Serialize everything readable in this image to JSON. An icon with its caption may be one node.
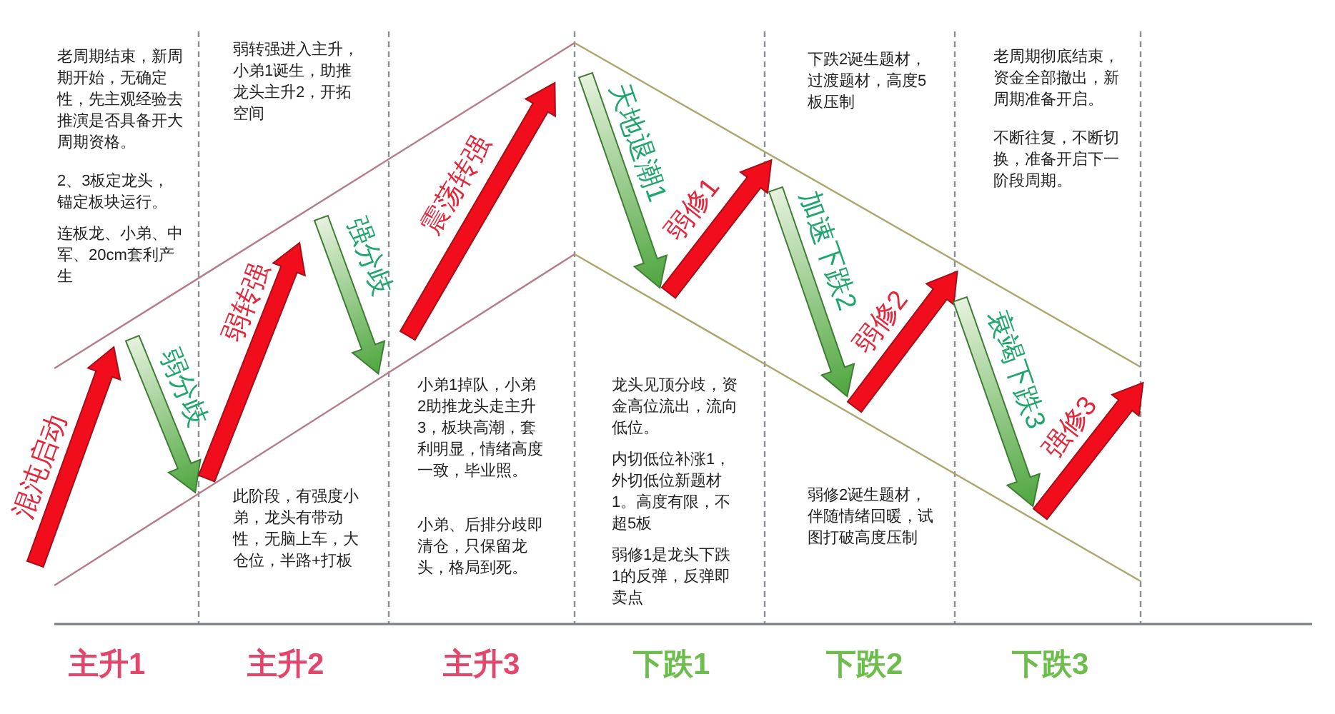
{
  "diagram": {
    "labels": [
      "老周期结束，新周期开始，无确定性，先主观经验去推演是否具备开大周期资格。",
      "2、3板定龙头，锚定板块运行。",
      "连板龙、小弟、中军、20cm套利产生",
      "混沌启动",
      "弱分歧",
      "弱转强进入主升，小弟1诞生，助推龙头主升2，开拓空间",
      "弱转强",
      "强分歧",
      "此阶段，有强度小弟，龙头有带动性，无脑上车，大仓位，半路+打板",
      "震荡转强",
      "小弟1掉队，小弟2助推龙头走主升3，板块高潮，套利明显，情绪高度一致，毕业照。",
      "小弟、后排分歧即清仓，只保留龙头，格局到死。",
      "天地退潮1",
      "弱修1",
      "龙头见顶分歧，资金高位流出，流向低位。",
      "内切低位补涨1，外切低位新题材1。高度有限，不超5板",
      "弱修1是龙头下跌1的反弹，反弹即卖点",
      "下跌2诞生题材，过渡题材，高度5板压制",
      "加速下跌2",
      "弱修2",
      "弱修2诞生题材，伴随情绪回暖，试图打破高度压制",
      "老周期彻底结束，资金全部撤出，新周期准备开启。",
      "不断往复，不断切换，准备开启下一阶段周期。",
      "衰竭下跌3",
      "强修3",
      "主升1",
      "主升2",
      "主升3",
      "下跌1",
      "下跌2",
      "下跌3"
    ]
  }
}
